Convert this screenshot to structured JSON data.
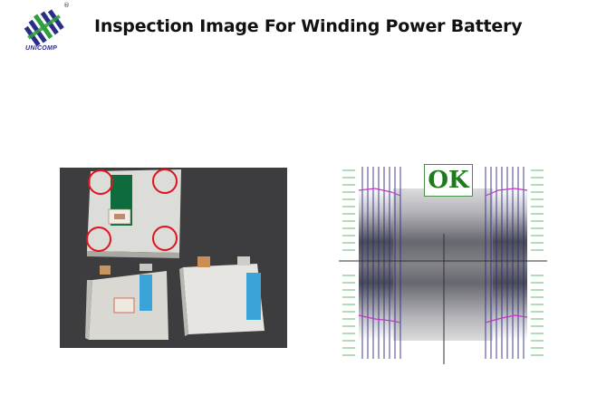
{
  "header": {
    "logo_name": "UNICOMP",
    "registered_mark": "®",
    "title": "Inspection Image For Winding Power Battery"
  },
  "icons": {
    "logo": "unicomp-logo-icon"
  },
  "result": {
    "label": "OK"
  },
  "colors": {
    "logo_blue": "#2a2f86",
    "logo_green": "#2e9e3f",
    "marker_red": "#e0141c",
    "ok_green": "#1d7a1d"
  }
}
